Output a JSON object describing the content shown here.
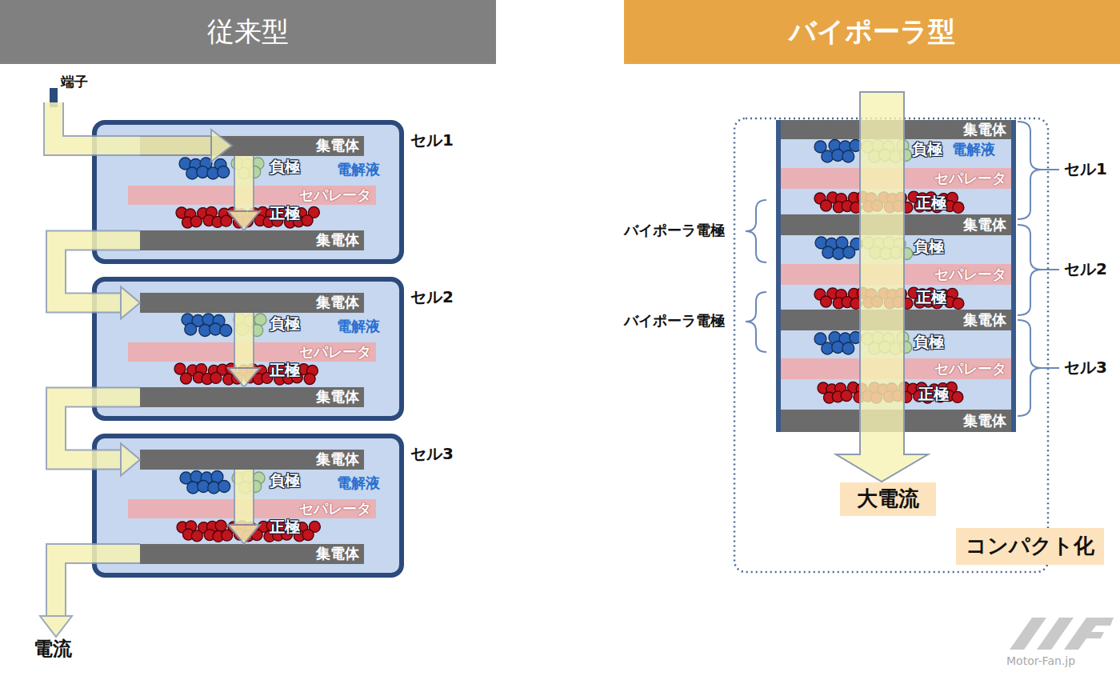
{
  "diagram": {
    "nodes": [
      {
        "text": [
          "従来型"
        ]
      },
      {
        "text": [
          "バイポーラ型"
        ]
      },
      {
        "text": [
          "セル1",
          "負極",
          "電解液",
          "正極"
        ]
      },
      {
        "text": [
          "集電体"
        ],
        "in": 2
      },
      {
        "text": [
          "セパレータ"
        ],
        "in": 2
      },
      {
        "text": [
          "集電体"
        ],
        "in": 2
      },
      {
        "text": [
          "セル2",
          "負極",
          "電解液",
          "正極"
        ]
      },
      {
        "text": [
          "集電体"
        ],
        "in": 6
      },
      {
        "text": [
          "セパレータ"
        ],
        "in": 6
      },
      {
        "text": [
          "集電体"
        ],
        "in": 6
      },
      {
        "text": [
          "セル3",
          "負極",
          "電解液",
          "正極"
        ]
      },
      {
        "text": [
          "集電体"
        ],
        "in": 10
      },
      {
        "text": [
          "セパレータ"
        ],
        "in": 10
      },
      {
        "text": [
          "集電体"
        ],
        "in": 10
      },
      {
        "text": [
          "集電体"
        ]
      },
      {
        "text": [
          "セパレータ"
        ]
      },
      {
        "text": [
          "集電体"
        ]
      },
      {
        "text": [
          "セパレータ"
        ]
      },
      {
        "text": [
          "集電体"
        ]
      },
      {
        "text": [
          "セパレータ"
        ]
      },
      {
        "text": [
          "集電体"
        ]
      },
      {
        "text": [
          "大電流"
        ]
      },
      {
        "text": [
          "コンパクト化"
        ]
      }
    ],
    "edges": [
      {
        "from": 3,
        "to": 5,
        "arrow": "to"
      },
      {
        "from": 5,
        "to": 7,
        "arrow": "to"
      },
      {
        "from": 7,
        "to": 9,
        "arrow": "to"
      },
      {
        "from": 9,
        "to": 11,
        "arrow": "to"
      },
      {
        "from": 11,
        "to": 13,
        "arrow": "to"
      }
    ],
    "labels": [
      "端子",
      "電流",
      "負極",
      "電解液",
      "正極",
      "負極",
      "正極",
      "負極",
      "正極",
      "セル1",
      "セル2",
      "セル3",
      "バイポーラ電極",
      "バイポーラ電極",
      "Motor-Fan.jp"
    ]
  }
}
